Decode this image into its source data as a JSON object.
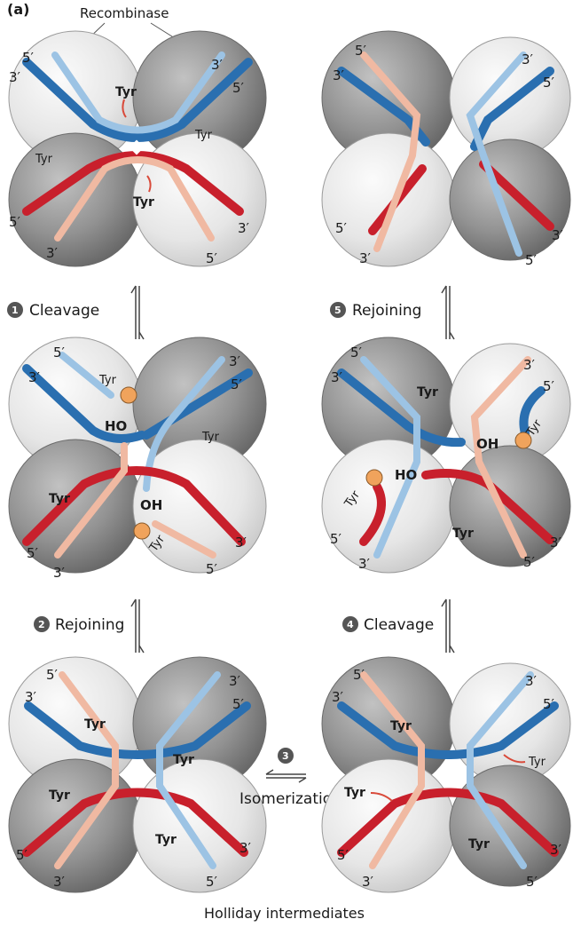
{
  "panel_label": "(a)",
  "protein_label": "Recombinase",
  "tyr": "Tyr",
  "five_prime": "5′",
  "three_prime": "3′",
  "oh": "OH",
  "ho": "HO",
  "steps": [
    {
      "num": "1",
      "label": "Cleavage"
    },
    {
      "num": "2",
      "label": "Rejoining"
    },
    {
      "num": "3",
      "label": "Isomerization"
    },
    {
      "num": "4",
      "label": "Cleavage"
    },
    {
      "num": "5",
      "label": "Rejoining"
    }
  ],
  "bottom_caption": "Holliday intermediates",
  "colors": {
    "blue_dark": "#2a6fb0",
    "blue_light": "#9cc3e4",
    "red_dark": "#c8202c",
    "red_light": "#f0b9a2",
    "sphere_light": "#e6e6e6",
    "sphere_dark": "#8c8c8c",
    "phosphate": "#f0a35c"
  }
}
